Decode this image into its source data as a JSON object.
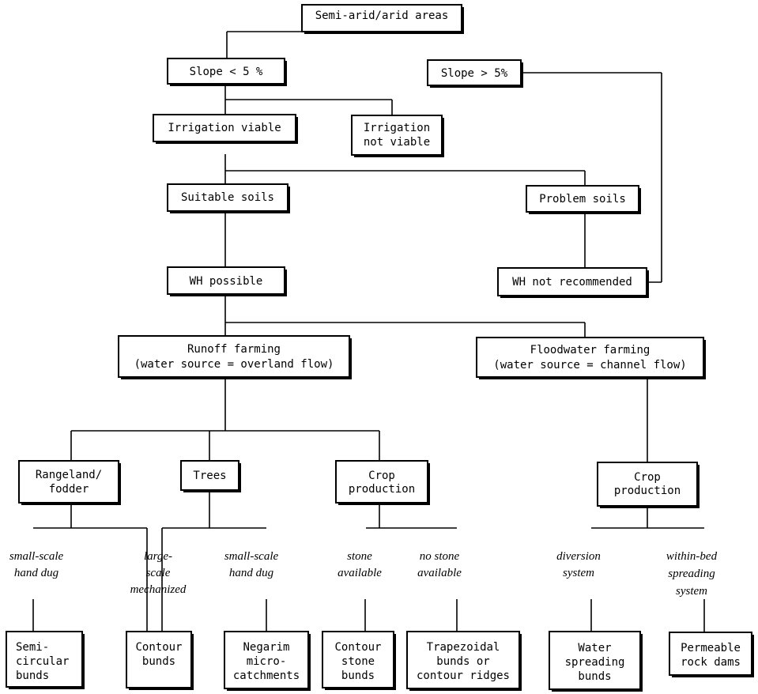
{
  "nodes": {
    "root": [
      "Semi-arid/arid areas"
    ],
    "slope_low": [
      "Slope < 5 %"
    ],
    "slope_high": [
      "Slope > 5%"
    ],
    "irrigation_viable": [
      "Irrigation viable"
    ],
    "irrigation_not_viable": [
      "Irrigation",
      "not viable"
    ],
    "suitable_soils": [
      "Suitable soils"
    ],
    "problem_soils": [
      "Problem soils"
    ],
    "wh_possible": [
      "WH possible"
    ],
    "wh_not_recommended": [
      "WH not recommended"
    ],
    "runoff_farming": [
      "Runoff farming",
      "(water source = overland flow)"
    ],
    "floodwater_farming": [
      "Floodwater farming",
      "(water source = channel flow)"
    ],
    "rangeland": [
      "Rangeland/",
      "fodder"
    ],
    "trees": [
      "Trees"
    ],
    "crop_production_runoff": [
      "Crop",
      "production"
    ],
    "crop_production_flood": [
      "Crop",
      "production"
    ],
    "semi_circular_bunds": [
      "Semi-",
      "circular",
      "bunds"
    ],
    "contour_bunds": [
      "Contour",
      "bunds"
    ],
    "negarim": [
      "Negarim",
      "micro-",
      "catchments"
    ],
    "contour_stone_bunds": [
      "Contour",
      "stone",
      "bunds"
    ],
    "trapezoidal_bunds": [
      "Trapezoidal",
      "bunds or",
      "contour ridges"
    ],
    "water_spreading_bunds": [
      "Water",
      "spreading",
      "bunds"
    ],
    "permeable_rock_dams": [
      "Permeable",
      "rock dams"
    ]
  },
  "edge_labels": {
    "rangeland_small_scale": [
      "small-scale",
      "hand dug"
    ],
    "large_scale_mechanized": [
      "large-",
      "scale",
      "mechanized"
    ],
    "trees_small_scale": [
      "small-scale",
      "hand dug"
    ],
    "stone_available": [
      "stone",
      "available"
    ],
    "no_stone_available": [
      "no stone",
      "available"
    ],
    "diversion_system": [
      "diversion",
      "system"
    ],
    "within_bed_spreading": [
      "within-bed",
      "spreading",
      "system"
    ]
  }
}
